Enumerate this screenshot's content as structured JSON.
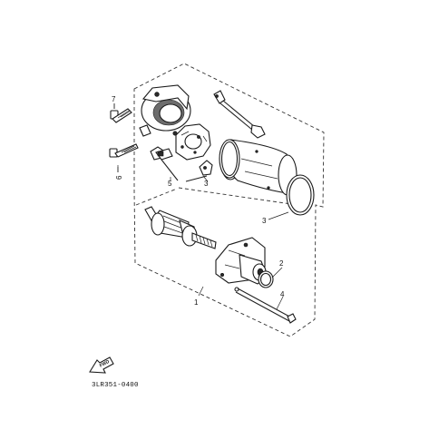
{
  "callouts": {
    "c1": "1",
    "c2": "2",
    "c3a": "3",
    "c3b": "3",
    "c4": "4",
    "c5": "5",
    "c6": "6",
    "c7": "7"
  },
  "diagram_code": "3LR351-0400",
  "direction_marker": {
    "label": "FWD",
    "icon": "forward-arrow-icon"
  }
}
